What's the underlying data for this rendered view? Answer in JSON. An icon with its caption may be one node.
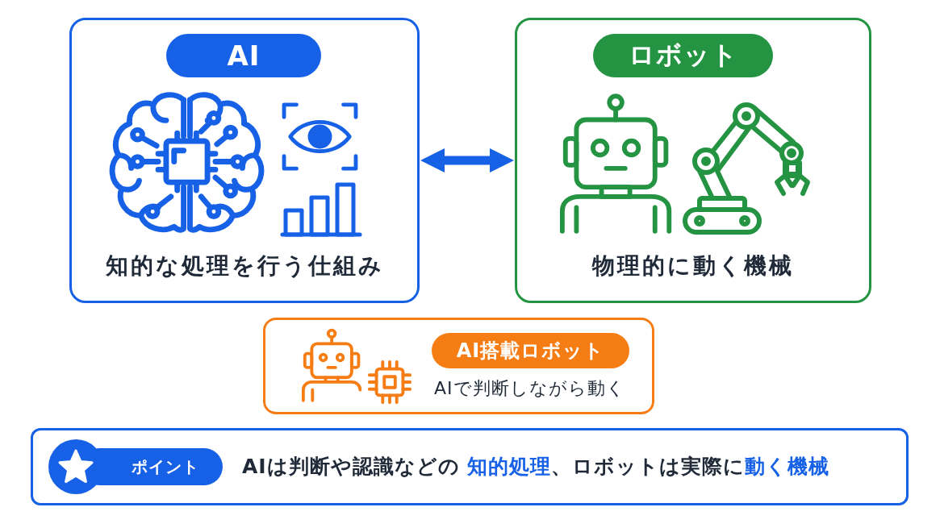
{
  "diagram": {
    "nodes": [
      {
        "text": [
          "AI",
          "知的な処理を行う仕組み"
        ]
      },
      {
        "text": [
          "ロボット",
          "物理的に動く機械"
        ]
      },
      {
        "text": [
          "AI搭載ロボット",
          "AIで判断しながら動く"
        ]
      },
      {
        "text": [
          "ポイント",
          "AIは判断や認識などの **知的処理**、ロボットは実際に**動く機械**"
        ]
      }
    ],
    "edges": [
      {
        "from": 0,
        "to": 1,
        "arrow": "both"
      }
    ]
  }
}
